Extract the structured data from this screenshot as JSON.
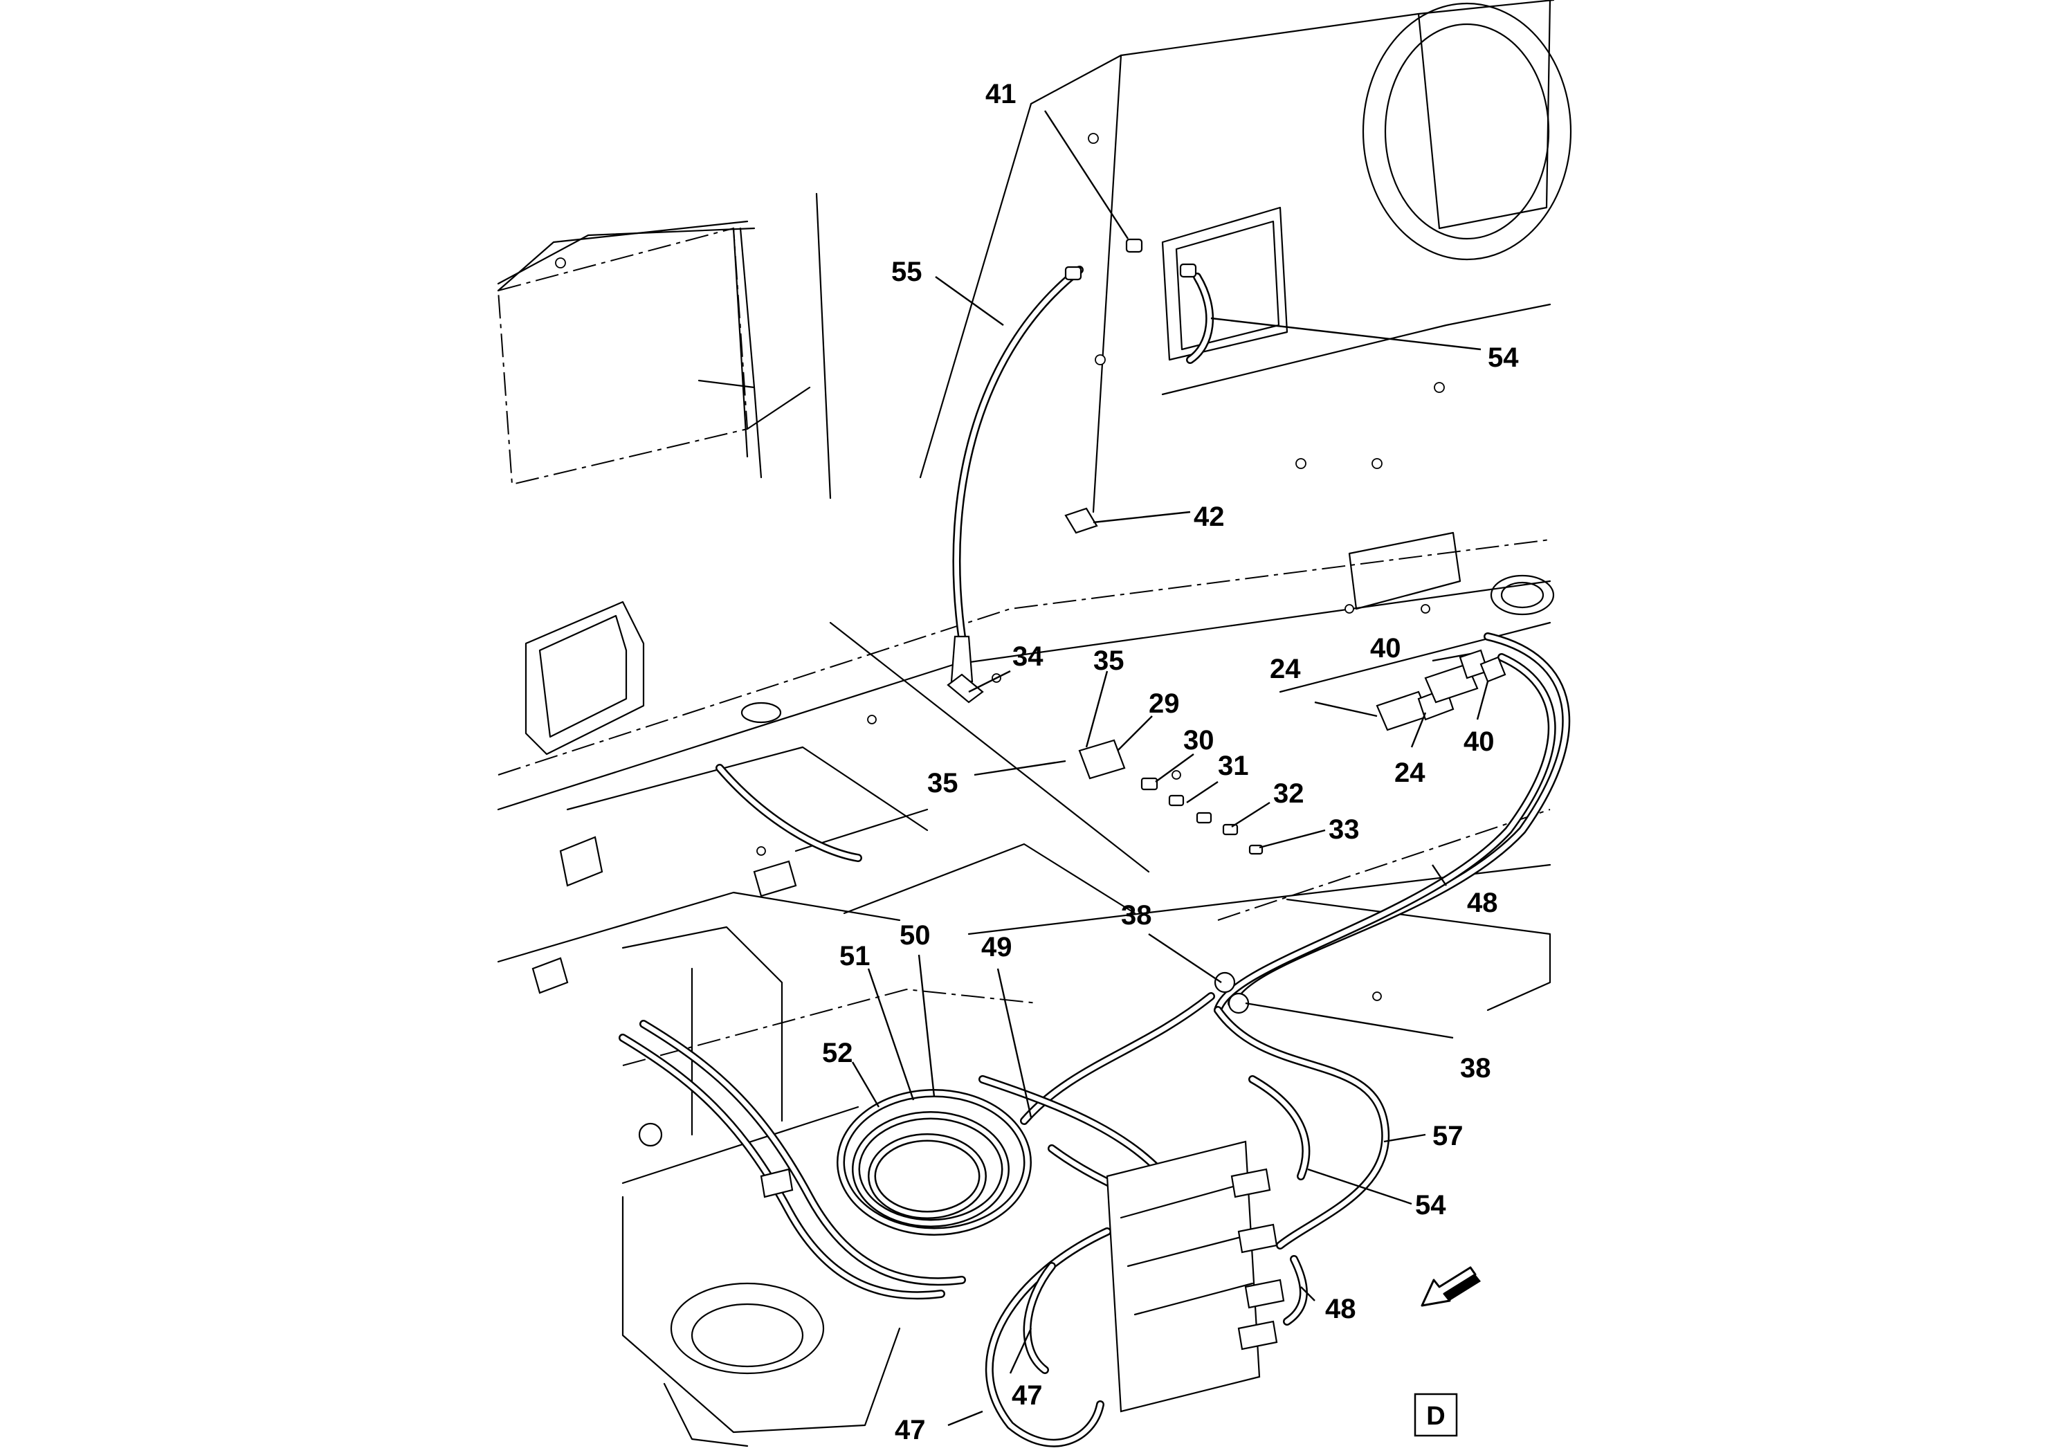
{
  "callouts": [
    {
      "id": "c41",
      "text": "41"
    },
    {
      "id": "c55",
      "text": "55"
    },
    {
      "id": "c54a",
      "text": "54"
    },
    {
      "id": "c42",
      "text": "42"
    },
    {
      "id": "c34",
      "text": "34"
    },
    {
      "id": "c35a",
      "text": "35"
    },
    {
      "id": "c29",
      "text": "29"
    },
    {
      "id": "c30",
      "text": "30"
    },
    {
      "id": "c31",
      "text": "31"
    },
    {
      "id": "c35b",
      "text": "35"
    },
    {
      "id": "c32",
      "text": "32"
    },
    {
      "id": "c33",
      "text": "33"
    },
    {
      "id": "c40a",
      "text": "40"
    },
    {
      "id": "c24a",
      "text": "24"
    },
    {
      "id": "c24b",
      "text": "24"
    },
    {
      "id": "c40b",
      "text": "40"
    },
    {
      "id": "c48a",
      "text": "48"
    },
    {
      "id": "c38a",
      "text": "38"
    },
    {
      "id": "c38b",
      "text": "38"
    },
    {
      "id": "c51",
      "text": "51"
    },
    {
      "id": "c50",
      "text": "50"
    },
    {
      "id": "c49",
      "text": "49"
    },
    {
      "id": "c52",
      "text": "52"
    },
    {
      "id": "c57",
      "text": "57"
    },
    {
      "id": "c54b",
      "text": "54"
    },
    {
      "id": "c48b",
      "text": "48"
    },
    {
      "id": "c47a",
      "text": "47"
    },
    {
      "id": "c47b",
      "text": "47"
    }
  ],
  "view_label": "D",
  "direction_arrow_icon": "arrow-down-left-icon"
}
